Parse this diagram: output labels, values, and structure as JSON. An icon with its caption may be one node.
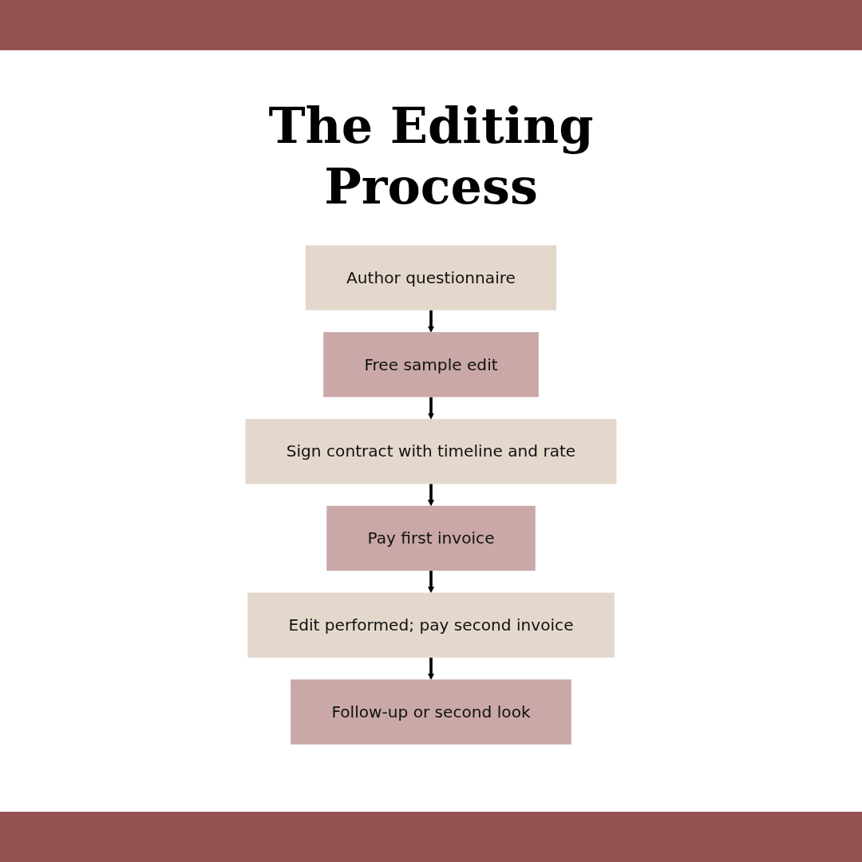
{
  "diagram": {
    "title": "The Editing Process",
    "nodes": [
      {
        "text": [
          "Author questionnaire"
        ]
      },
      {
        "text": [
          "Free sample edit"
        ]
      },
      {
        "text": [
          "Sign contract with timeline and rate"
        ]
      },
      {
        "text": [
          "Pay first invoice"
        ]
      },
      {
        "text": [
          "Edit performed; pay second invoice"
        ]
      },
      {
        "text": [
          "Follow-up or second look"
        ]
      }
    ],
    "edges": [
      {
        "from": 0,
        "to": 1,
        "arrow": "to"
      },
      {
        "from": 1,
        "to": 2,
        "arrow": "to"
      },
      {
        "from": 2,
        "to": 3,
        "arrow": "to"
      },
      {
        "from": 3,
        "to": 4,
        "arrow": "to"
      },
      {
        "from": 4,
        "to": 5,
        "arrow": "to"
      }
    ]
  }
}
